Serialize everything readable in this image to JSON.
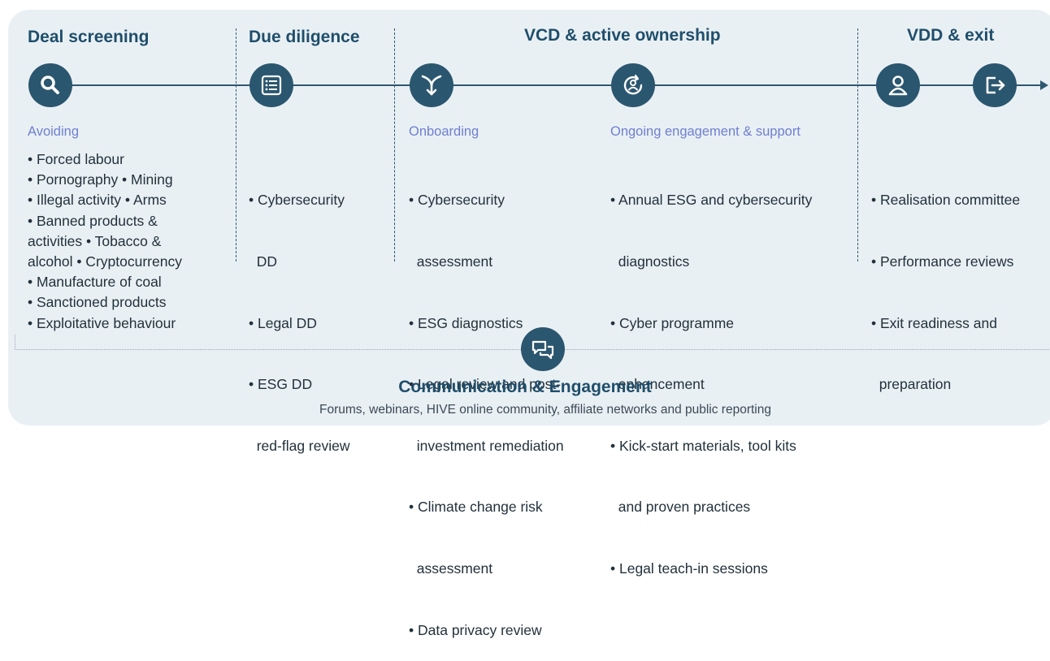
{
  "stages": {
    "deal_screening": {
      "title": "Deal screening",
      "subtitle": "Avoiding",
      "items": [
        "• Forced labour",
        "• Pornography • Mining",
        "• Illegal activity • Arms",
        "• Banned products &",
        "activities • Tobacco &",
        "alcohol • Cryptocurrency",
        "• Manufacture of coal",
        "• Sanctioned products",
        "• Exploitative behaviour"
      ]
    },
    "due_diligence": {
      "title": "Due diligence",
      "items": [
        "• Cybersecurity",
        "  DD",
        "• Legal DD",
        "• ESG DD",
        "  red-flag review"
      ]
    },
    "vcd": {
      "title": "VCD & active ownership",
      "onboarding": {
        "subtitle": "Onboarding",
        "items": [
          "• Cybersecurity",
          "  assessment",
          "• ESG diagnostics",
          "• Legal review and post-",
          "  investment remediation",
          "• Climate change risk",
          "  assessment",
          "• Data privacy review"
        ]
      },
      "ongoing": {
        "subtitle": "Ongoing engagement & support",
        "items": [
          "• Annual ESG and cybersecurity",
          "  diagnostics",
          "• Cyber programme",
          "  enhancement",
          "• Kick-start materials, tool kits",
          "  and proven practices",
          "• Legal teach-in sessions"
        ]
      }
    },
    "vdd_exit": {
      "title": "VDD & exit",
      "items": [
        "• Realisation committee",
        "• Performance reviews",
        "• Exit readiness and",
        "  preparation"
      ]
    }
  },
  "communication": {
    "title": "Communication & Engagement",
    "subtitle": "Forums, webinars, HIVE online community, affiliate networks and public reporting"
  },
  "icons": [
    "search-icon",
    "list-icon",
    "merge-icon",
    "engagement-icon",
    "person-icon",
    "exit-icon",
    "chat-icon"
  ],
  "colors": {
    "panel": "#e9f0f4",
    "circle": "#2b566f",
    "heading": "#1f4e6b",
    "subtitle": "#6f7fd0"
  }
}
